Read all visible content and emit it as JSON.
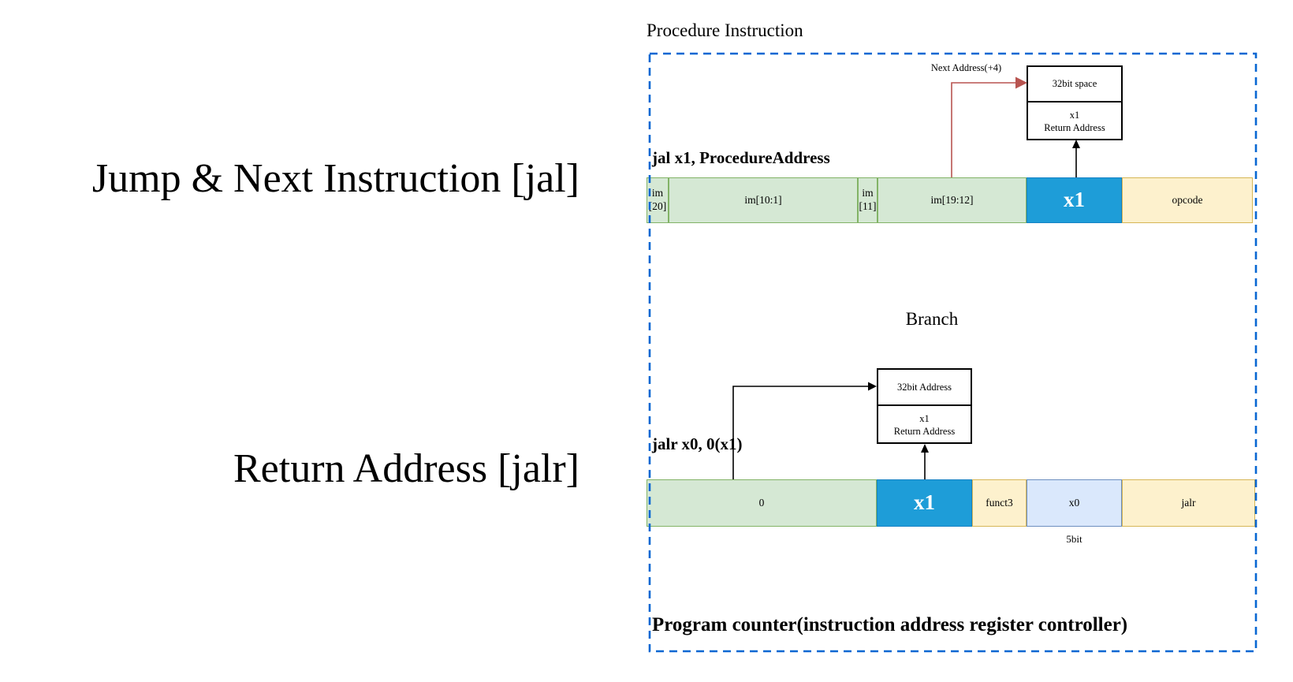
{
  "headings": {
    "jal": "Jump & Next Instruction [jal]",
    "jalr": "Return Address [jalr]"
  },
  "procedure_box": {
    "title": "Procedure Instruction",
    "footer": "Program counter(instruction address register controller)",
    "jal_section": {
      "instruction_label": "jal x1, ProcedureAddress",
      "next_address_label": "Next Address(+4)",
      "memory_box": {
        "top": "32bit space",
        "reg": "x1",
        "reg_desc": "Return Address"
      },
      "fields": [
        {
          "label": "im",
          "label2": "[20]"
        },
        {
          "label": "im[10:1]"
        },
        {
          "label": "im",
          "label2": "[11]"
        },
        {
          "label": "im[19:12]"
        },
        {
          "label": "x1"
        },
        {
          "label": "opcode"
        }
      ]
    },
    "jalr_section": {
      "title": "Branch",
      "instruction_label": "jalr x0, 0(x1)",
      "bit_width_label": "5bit",
      "memory_box": {
        "top": "32bit Address",
        "reg": "x1",
        "reg_desc": "Return Address"
      },
      "fields": [
        {
          "label": "0"
        },
        {
          "label": "x1"
        },
        {
          "label": "funct3"
        },
        {
          "label": "x0"
        },
        {
          "label": "jalr"
        }
      ]
    }
  },
  "colors": {
    "dashed_border": "#0767d2",
    "field_green_fill": "#d5e8d4",
    "field_green_border": "#82b366",
    "field_yellow_fill": "#fdf1cd",
    "field_yellow_border": "#d6b656",
    "field_blue_fill": "#1e9dd8",
    "field_blue_border": "#1682c4",
    "field_lightblue_fill": "#dae8fc",
    "field_lightblue_border": "#6c8ebf",
    "arrow_red": "#b85450",
    "arrow_black": "#000000"
  }
}
